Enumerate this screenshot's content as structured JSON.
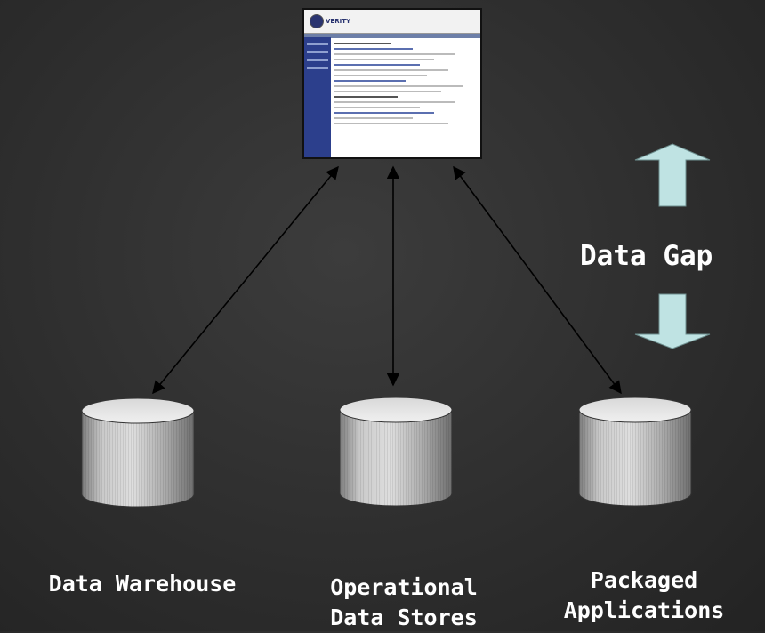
{
  "diagram": {
    "gap_label": "Data Gap",
    "nodes": [
      {
        "id": "warehouse",
        "label_lines": [
          "Data Warehouse"
        ]
      },
      {
        "id": "ods",
        "label_lines": [
          "Operational",
          "Data Stores"
        ]
      },
      {
        "id": "packaged",
        "label_lines": [
          "Packaged",
          "Applications"
        ]
      }
    ],
    "screenshot": {
      "logo_text": "VERITY"
    },
    "colors": {
      "background": "#2e2e2e",
      "arrow_fill": "#bfe3e3",
      "line": "#000000",
      "label": "#ffffff",
      "cylinder_body": "#b8b8b8"
    }
  }
}
